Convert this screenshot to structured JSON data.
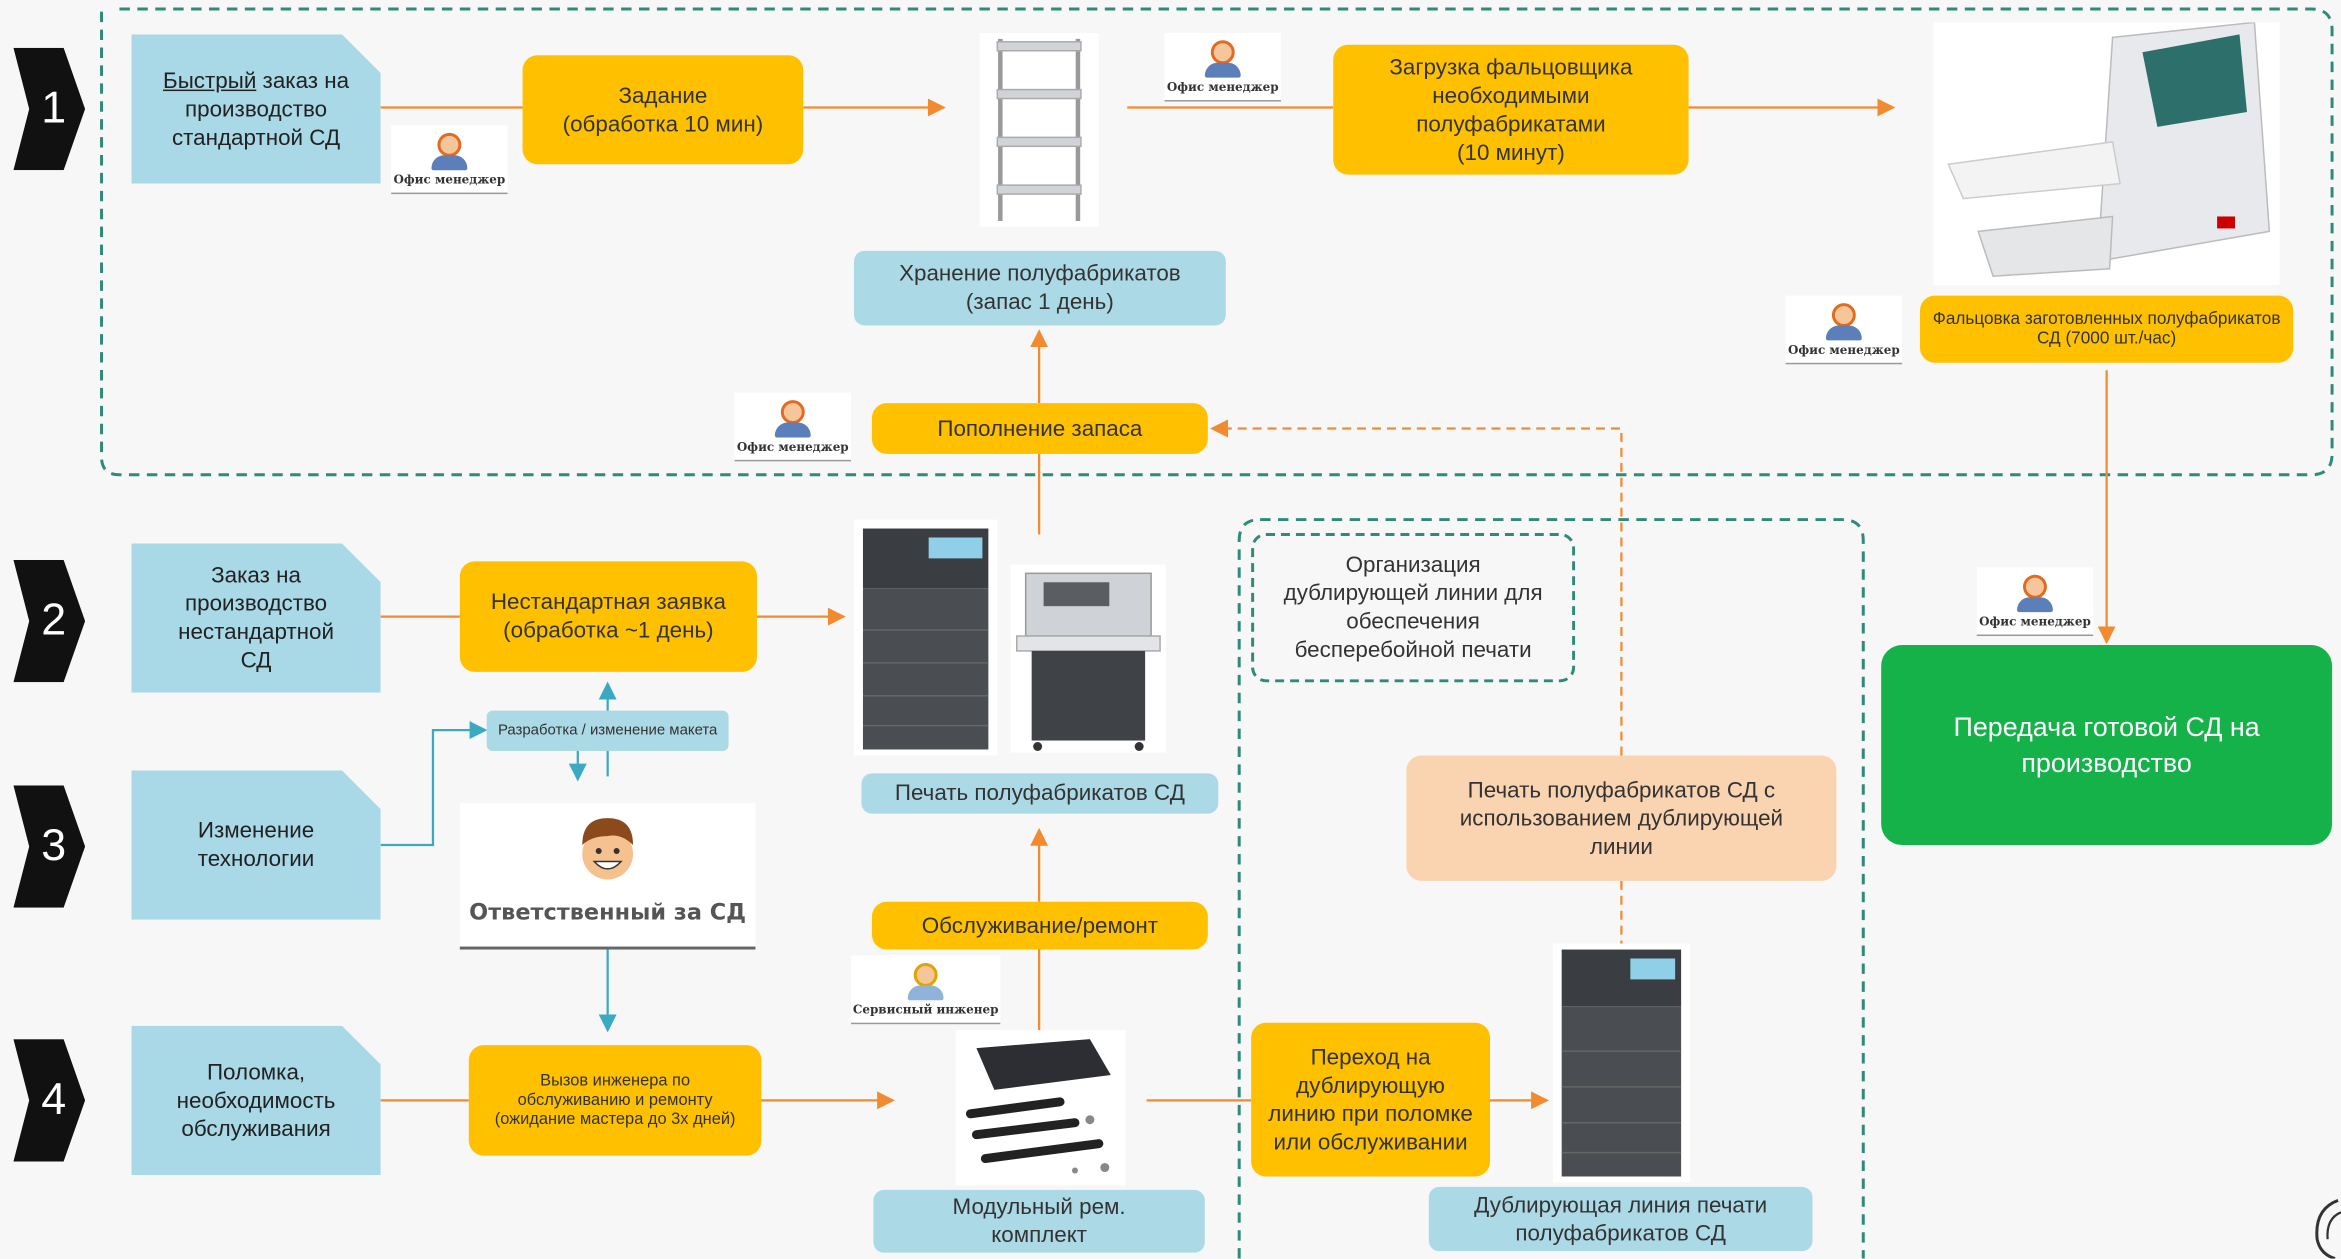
{
  "rows": [
    {
      "num": "1",
      "doc_pre": "Быстрый",
      "doc_mid": " заказ на производство",
      "doc_bold": "стандартной СД",
      "doc_post": ""
    },
    {
      "num": "2",
      "doc_pre": "",
      "doc_mid": "Заказ на производство",
      "doc_bold": "нестандартной",
      "doc_post": "СД"
    },
    {
      "num": "3",
      "doc_pre": "",
      "doc_mid": "Изменение технологии",
      "doc_bold": "",
      "doc_post": ""
    },
    {
      "num": "4",
      "doc_pre": "",
      "doc_mid": "Поломка, необходимость обслуживания",
      "doc_bold": "",
      "doc_post": ""
    }
  ],
  "boxes": {
    "task": "Задание\n(обработка 10 мин)",
    "storage": "Хранение полуфабрикатов\n(запас 1 день)",
    "load_folder": "Загрузка фальцовщика необходимыми полуфабрикатами\n(10 минут)",
    "folding": "Фальцовка заготовленных полуфабрикатов СД (7000 шт./час)",
    "replenish": "Пополнение запаса",
    "nonstandard": "Нестандартная заявка\n(обработка ~1 день)",
    "layout_dev": "Разработка / изменение макета",
    "print_semi": "Печать полуфабрикатов СД",
    "service": "Обслуживание/ремонт",
    "call_engineer": "Вызов инженера по обслуживанию и ремонту (ожидание мастера до 3х дней)",
    "module_kit": "Модульный рем. комплект",
    "backup_org": "Организация дублирующей линии для обеспечения бесперебойной печати",
    "backup_print": "Печать полуфабрикатов СД с использованием дублирующей линии",
    "switch_backup": "Переход на дублирующую линию при поломке или обслуживании",
    "backup_line": "Дублирующая линия печати полуфабрикатов СД",
    "handover": "Передача готовой СД на производство"
  },
  "badges": {
    "office_manager": "Офис менеджер",
    "service_engineer": "Сервисный инженер"
  },
  "responsible": "Ответственный за СД",
  "colors": {
    "yellow": "#ffc000",
    "blue": "#acd9e6",
    "peach": "#fad3b0",
    "green": "#15b24a",
    "arrow_orange": "#f28b30",
    "arrow_teal": "#3aa9c1",
    "dash_teal": "#2e8b7a"
  }
}
